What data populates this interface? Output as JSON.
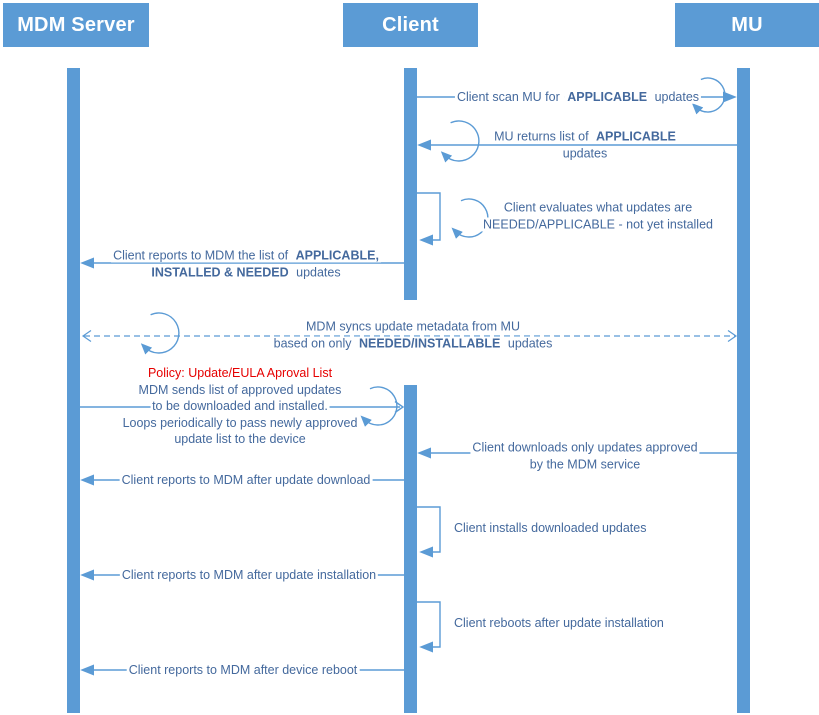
{
  "diagram": {
    "type": "sequence-diagram",
    "colors": {
      "shape_blue": "#5b9bd5",
      "text_blue": "#44699d",
      "actor_text": "#ffffff",
      "policy_red": "#e60000",
      "background": "#ffffff"
    },
    "actors": [
      {
        "id": "mdm",
        "label": "MDM Server"
      },
      {
        "id": "client",
        "label": "Client"
      },
      {
        "id": "mu",
        "label": "MU"
      }
    ],
    "messages": [
      {
        "id": 1,
        "from": "Client",
        "to": "MU",
        "style": "solid",
        "loop_icon": true,
        "lines": [
          [
            {
              "t": "Client scan MU for "
            },
            {
              "t": "APPLICABLE",
              "b": true
            },
            {
              "t": " updates"
            }
          ]
        ]
      },
      {
        "id": 2,
        "from": "MU",
        "to": "Client",
        "style": "solid",
        "loop_icon": true,
        "lines": [
          [
            {
              "t": "MU returns list of "
            },
            {
              "t": "APPLICABLE",
              "b": true
            }
          ],
          [
            {
              "t": "updates"
            }
          ]
        ]
      },
      {
        "id": 3,
        "from": "Client",
        "to": "Client",
        "style": "self",
        "loop_icon": true,
        "lines": [
          [
            {
              "t": "Client evaluates what updates are"
            }
          ],
          [
            {
              "t": "NEEDED/APPLICABLE - not yet installed"
            }
          ]
        ]
      },
      {
        "id": 4,
        "from": "Client",
        "to": "MDM Server",
        "style": "solid",
        "loop_icon": false,
        "lines": [
          [
            {
              "t": "Client reports to MDM the list of "
            },
            {
              "t": "APPLICABLE,",
              "b": true
            }
          ],
          [
            {
              "t": "INSTALLED & NEEDED",
              "b": true
            },
            {
              "t": " updates"
            }
          ]
        ]
      },
      {
        "id": 5,
        "from": "MDM Server",
        "to": "MU",
        "style": "dashed-bidirectional",
        "loop_icon": true,
        "lines": [
          [
            {
              "t": "MDM syncs update metadata from MU"
            }
          ],
          [
            {
              "t": "based on only "
            },
            {
              "t": "NEEDED/INSTALLABLE",
              "b": true
            },
            {
              "t": " updates"
            }
          ]
        ]
      },
      {
        "id": 6,
        "from": "MDM Server",
        "to": "Client",
        "style": "solid-open-head",
        "loop_icon": true,
        "lines": [
          [
            {
              "t": "Policy: Update/EULA Aproval List",
              "red": true
            }
          ],
          [
            {
              "t": "MDM sends list of approved updates"
            }
          ],
          [
            {
              "t": "to be downloaded and installed."
            }
          ],
          [
            {
              "t": "Loops periodically to pass newly approved"
            }
          ],
          [
            {
              "t": "update list to the device"
            }
          ]
        ]
      },
      {
        "id": 7,
        "from": "MU",
        "to": "Client",
        "style": "solid",
        "loop_icon": false,
        "lines": [
          [
            {
              "t": "Client downloads only updates approved"
            }
          ],
          [
            {
              "t": "by the MDM service"
            }
          ]
        ]
      },
      {
        "id": 8,
        "from": "Client",
        "to": "MDM Server",
        "style": "solid",
        "loop_icon": false,
        "lines": [
          [
            {
              "t": "Client reports to MDM after update download"
            }
          ]
        ]
      },
      {
        "id": 9,
        "from": "Client",
        "to": "Client",
        "style": "self",
        "loop_icon": false,
        "lines": [
          [
            {
              "t": "Client installs downloaded updates"
            }
          ]
        ]
      },
      {
        "id": 10,
        "from": "Client",
        "to": "MDM Server",
        "style": "solid",
        "loop_icon": false,
        "lines": [
          [
            {
              "t": "Client reports to MDM after update installation"
            }
          ]
        ]
      },
      {
        "id": 11,
        "from": "Client",
        "to": "Client",
        "style": "self",
        "loop_icon": false,
        "lines": [
          [
            {
              "t": "Client reboots after update installation"
            }
          ]
        ]
      },
      {
        "id": 12,
        "from": "Client",
        "to": "MDM Server",
        "style": "solid",
        "loop_icon": false,
        "lines": [
          [
            {
              "t": "Client reports to MDM after device reboot"
            }
          ]
        ]
      }
    ]
  }
}
